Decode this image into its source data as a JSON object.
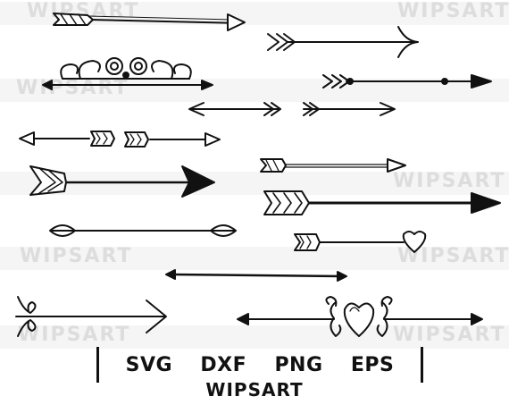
{
  "watermark": {
    "text": "WIPSART"
  },
  "formats": [
    "SVG",
    "DXF",
    "PNG",
    "EPS"
  ],
  "brand": "WIPSART",
  "colors": {
    "ink": "#111111",
    "background": "#ffffff",
    "watermark": "#c8c8c8"
  }
}
